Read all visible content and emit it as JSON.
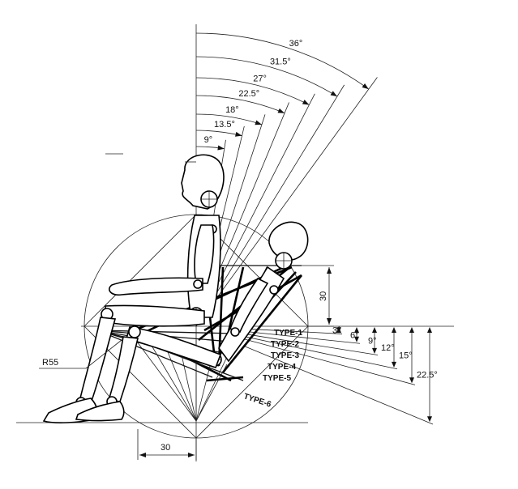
{
  "angles_top": {
    "labels": [
      "36°",
      "31.5°",
      "27°",
      "22.5°",
      "18°",
      "13.5°",
      "9°"
    ],
    "values": [
      36,
      31.5,
      27,
      22.5,
      18,
      13.5,
      9
    ]
  },
  "angles_right": {
    "labels": [
      "3°",
      "6°",
      "9°",
      "12°",
      "15°",
      "22.5°"
    ],
    "values": [
      3,
      6,
      9,
      12,
      15,
      22.5
    ]
  },
  "seat_types": [
    "TYPE-1",
    "TYPE-2",
    "TYPE-3",
    "TYPE-4",
    "TYPE-5",
    "TYPE-6"
  ],
  "dimensions": {
    "radius": "R55",
    "back_height": "30",
    "bottom_width": "30"
  }
}
